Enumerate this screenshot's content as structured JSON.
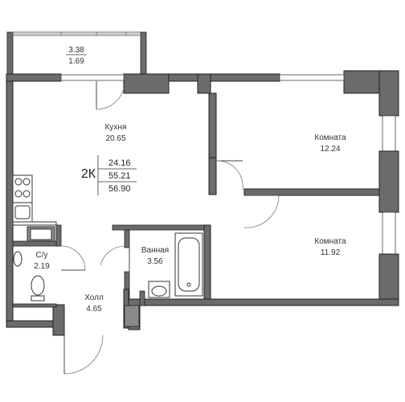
{
  "apartment": {
    "type_label": "2К",
    "living_area": "24.16",
    "total_area": "55.21",
    "total_area_with_balcony": "56.90"
  },
  "balcony": {
    "area_full": "3.38",
    "area_reduced": "1.69"
  },
  "rooms": {
    "kitchen": {
      "name": "Кухня",
      "area": "20.65"
    },
    "room_top": {
      "name": "Комната",
      "area": "12.24"
    },
    "room_bottom": {
      "name": "Комната",
      "area": "11.92"
    },
    "bathroom": {
      "name": "Ванная",
      "area": "3.56"
    },
    "wc": {
      "name": "С/у",
      "area": "2.19"
    },
    "hall": {
      "name": "Холл",
      "area": "4.65"
    }
  }
}
